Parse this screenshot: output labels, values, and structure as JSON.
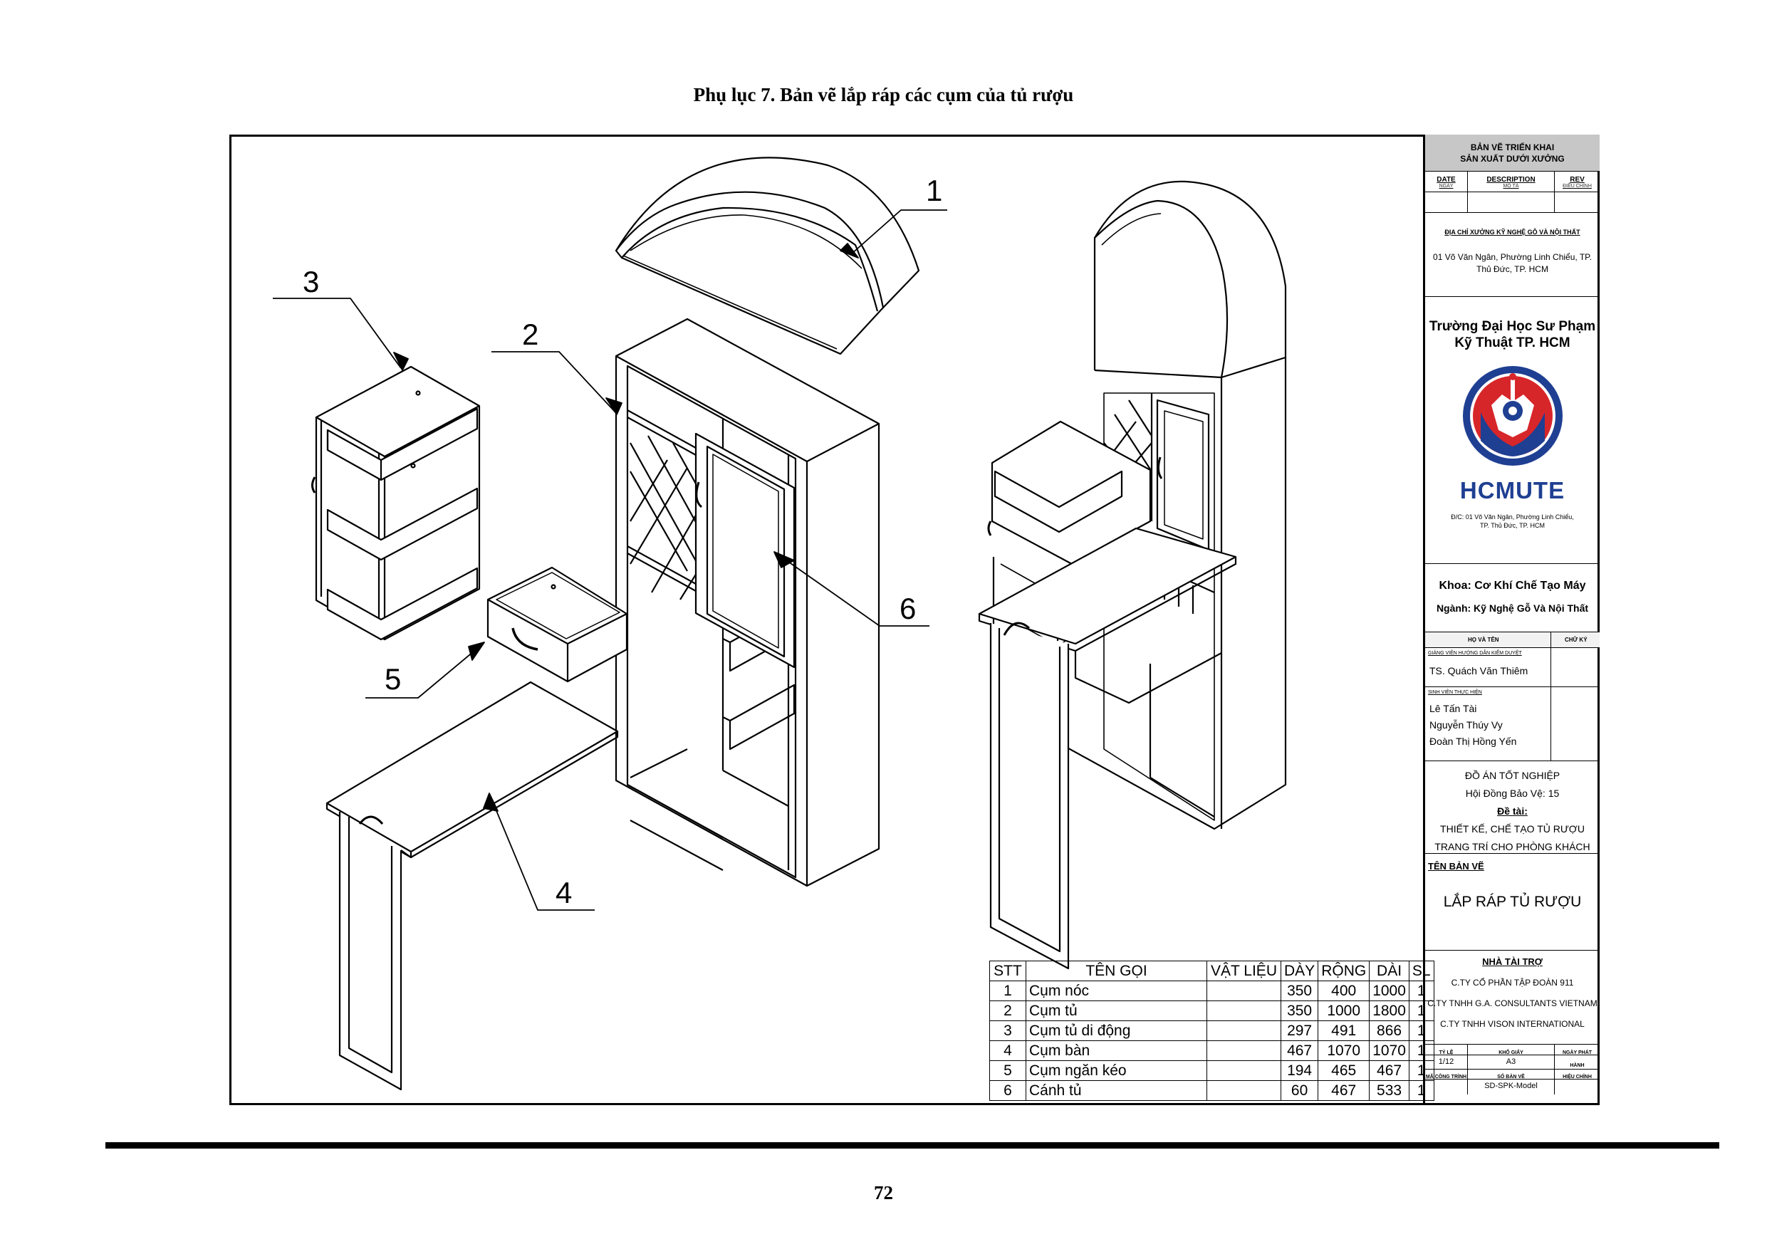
{
  "page": {
    "title": "Phụ lục 7. Bản vẽ lắp ráp các cụm của tủ rượu",
    "page_number": "72"
  },
  "callouts": [
    "1",
    "2",
    "3",
    "4",
    "5",
    "6"
  ],
  "bom": {
    "headers": [
      "STT",
      "TÊN GỌI",
      "VẬT LIỆU",
      "DÀY",
      "RỘNG",
      "DÀI",
      "SL"
    ],
    "rows": [
      {
        "stt": "1",
        "name": "Cụm nóc",
        "material": "",
        "thickness": "350",
        "width": "400",
        "length": "1000",
        "qty": "1"
      },
      {
        "stt": "2",
        "name": "Cụm tủ",
        "material": "",
        "thickness": "350",
        "width": "1000",
        "length": "1800",
        "qty": "1"
      },
      {
        "stt": "3",
        "name": "Cụm tủ di động",
        "material": "",
        "thickness": "297",
        "width": "491",
        "length": "866",
        "qty": "1"
      },
      {
        "stt": "4",
        "name": "Cụm bàn",
        "material": "",
        "thickness": "467",
        "width": "1070",
        "length": "1070",
        "qty": "1"
      },
      {
        "stt": "5",
        "name": "Cụm ngăn kéo",
        "material": "",
        "thickness": "194",
        "width": "465",
        "length": "467",
        "qty": "1"
      },
      {
        "stt": "6",
        "name": "Cánh tủ",
        "material": "",
        "thickness": "60",
        "width": "467",
        "length": "533",
        "qty": "1"
      }
    ]
  },
  "title_block": {
    "header_line1": "BẢN VẼ TRIỂN KHAI",
    "header_line2": "SẢN XUẤT DƯỚI XƯỞNG",
    "rev_date": "DATE",
    "rev_date_sub": "NGÀY",
    "rev_desc": "DESCRIPTION",
    "rev_desc_sub": "MÔ TẢ",
    "rev_rev": "REV",
    "rev_rev_sub": "ĐIỀU CHỈNH",
    "workshop_label": "ĐỊA CHỈ XƯỞNG KỸ NGHỆ GỖ VÀ NỘI THẤT",
    "workshop_address": "01 Võ Văn Ngân, Phường Linh Chiểu, TP. Thủ Đức, TP. HCM",
    "school_line1": "Trường Đại Học Sư Phạm",
    "school_line2": "Kỹ Thuật TP. HCM",
    "brand": "HCMUTE",
    "school_addr1": "Đ/C: 01 Võ Văn Ngân, Phường Linh Chiểu,",
    "school_addr2": "TP. Thủ Đức, TP. HCM",
    "faculty": "Khoa: Cơ Khí Chế Tạo Máy",
    "major": "Ngành: Kỹ Nghệ Gỗ Và Nội Thất",
    "col_name": "HỌ VÀ TÊN",
    "col_sign": "CHỮ KÝ",
    "teacher_label": "GIẢNG VIÊN HƯỚNG DẪN KIỂM DUYỆT",
    "teacher_name": "TS. Quách Văn Thiêm",
    "students_label": "SINH VIÊN THỰC HIỆN",
    "student1": "Lê Tấn Tài",
    "student2": "Nguyễn Thúy Vy",
    "student3": "Đoàn Thị Hồng Yến",
    "project_line1": "ĐỒ ÁN TỐT NGHIỆP",
    "project_line2": "Hội Đồng Bảo Vệ: 15",
    "project_line3": "Đề tài:",
    "project_line4": "THIẾT KẾ, CHẾ TẠO TỦ RƯỢU",
    "project_line5": "TRANG TRÍ CHO PHÒNG KHÁCH",
    "drawing_name_label": "TÊN BẢN VẼ",
    "drawing_name": "LẮP RÁP TỦ RƯỢU",
    "sponsor_label": "NHÀ TÀI TRỢ",
    "sponsor1": "C.TY CỔ PHẦN TẬP ĐOÀN 911",
    "sponsor2": "C.TY TNHH G.A. CONSULTANTS VIETNAM",
    "sponsor3": "C.TY TNHH VISON INTERNATIONAL",
    "scale_label": "TỶ LỆ",
    "scale_value": "1/12",
    "paper_label": "KHỔ GIẤY",
    "paper_value": "A3",
    "release_label": "NGÀY PHÁT HÀNH",
    "code_label": "MÃ CÔNG TRÌNH",
    "sheet_label": "SỐ BẢN VẼ",
    "edit_label": "HIỆU CHỈNH",
    "sheet_value": "SD-SPK-Model"
  },
  "colors": {
    "header_gray": "#c7c7c7",
    "brand_blue": "#1f3f92",
    "logo_red": "#d7262a"
  }
}
